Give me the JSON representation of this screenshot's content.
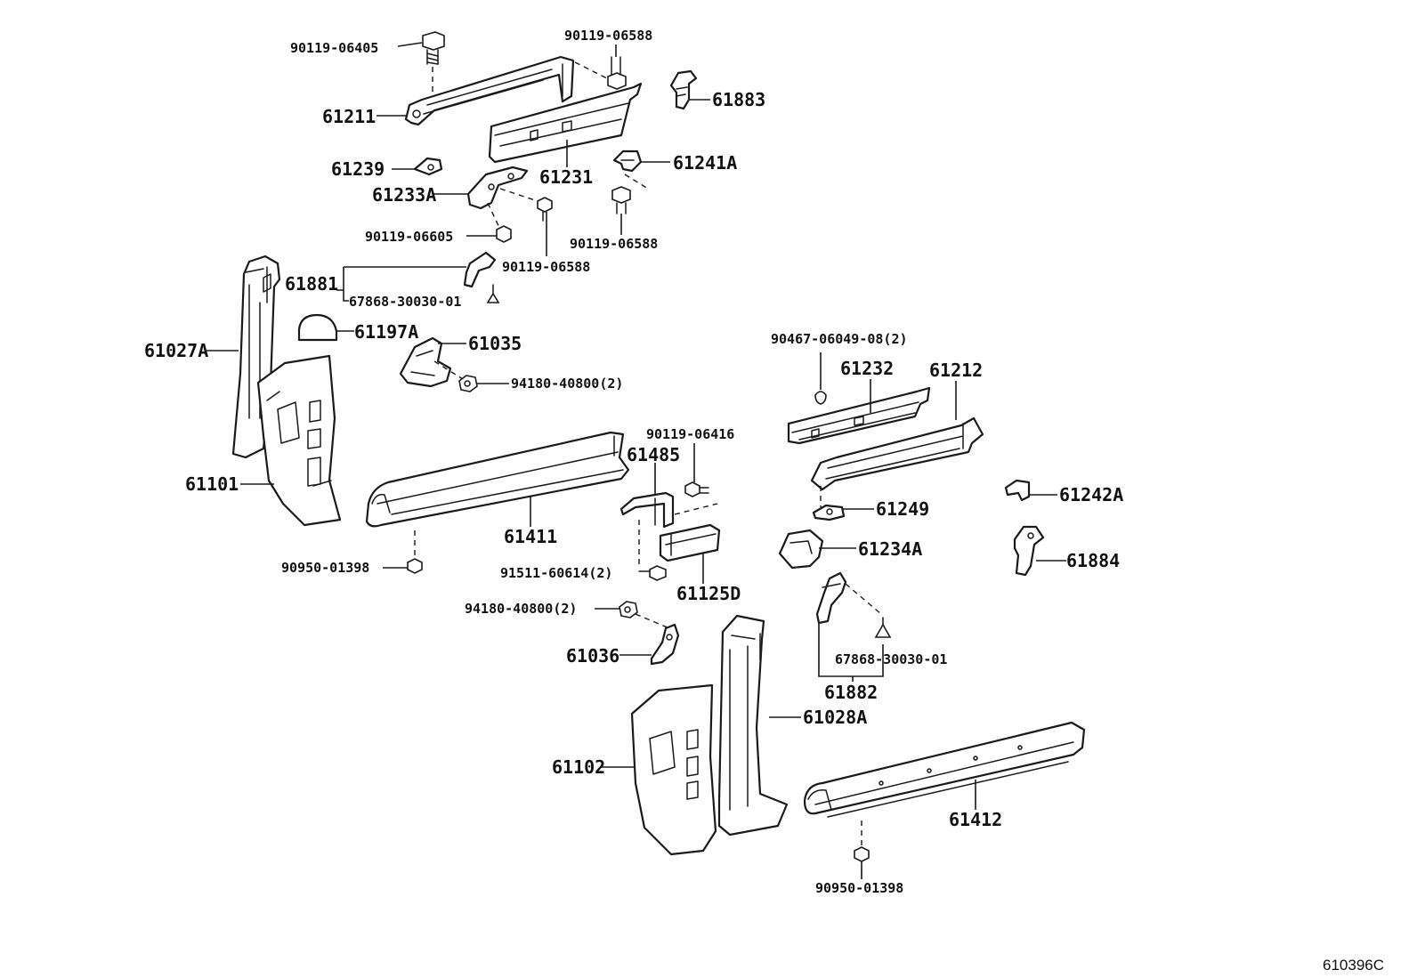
{
  "diagram_code": "610396C",
  "labels": {
    "p90119_06405": "90119-06405",
    "p90119_06588_a": "90119-06588",
    "p61883": "61883",
    "p61211": "61211",
    "p61231": "61231",
    "p61239": "61239",
    "p61241A": "61241A",
    "p61233A": "61233A",
    "p90119_06605": "90119-06605",
    "p90119_06588_b": "90119-06588",
    "p90119_06588_c": "90119-06588",
    "p61881": "61881",
    "p67868_30030_01_a": "67868-30030-01",
    "p61197A": "61197A",
    "p61035": "61035",
    "p94180_40800_a": "94180-40800(2)",
    "p61027A": "61027A",
    "p61101": "61101",
    "p90467_06049_08": "90467-06049-08(2)",
    "p61232": "61232",
    "p61212": "61212",
    "p90119_06416": "90119-06416",
    "p61485": "61485",
    "p61411": "61411",
    "p61249": "61249",
    "p61242A": "61242A",
    "p61234A": "61234A",
    "p61884": "61884",
    "p90950_01398_a": "90950-01398",
    "p91511_60614": "91511-60614(2)",
    "p61125D": "61125D",
    "p94180_40800_b": "94180-40800(2)",
    "p67868_30030_01_b": "67868-30030-01",
    "p61036": "61036",
    "p61882": "61882",
    "p61028A": "61028A",
    "p61102": "61102",
    "p61412": "61412",
    "p90950_01398_b": "90950-01398"
  }
}
